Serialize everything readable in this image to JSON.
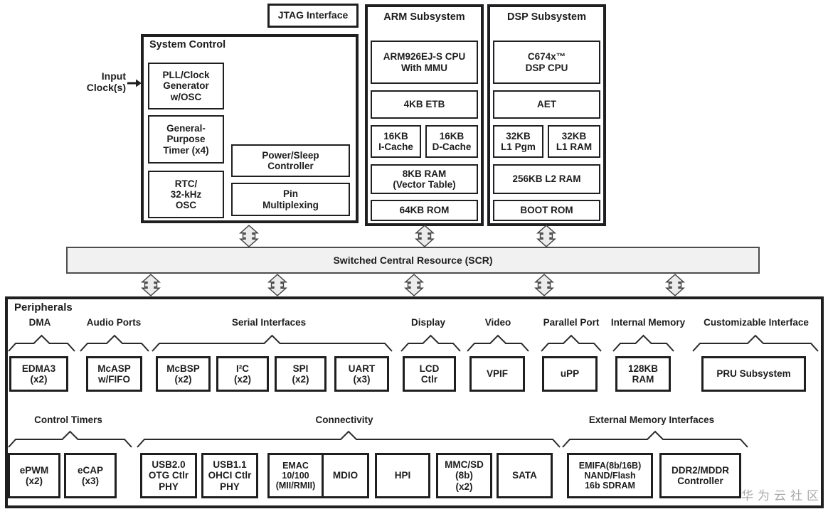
{
  "diagram": {
    "input_clock_label": "Input\nClock(s)",
    "jtag_label": "JTAG Interface",
    "system_control": {
      "title": "System Control",
      "boxes": [
        "PLL/Clock\nGenerator\nw/OSC",
        "General-\nPurpose\nTimer (x4)",
        "RTC/\n32-kHz\nOSC",
        "Power/Sleep\nController",
        "Pin\nMultiplexing"
      ]
    },
    "arm_subsystem": {
      "title": "ARM Subsystem",
      "boxes": [
        "ARM926EJ-S CPU\nWith MMU",
        "4KB ETB",
        "16KB\nI-Cache",
        "16KB\nD-Cache",
        "8KB RAM\n(Vector Table)",
        "64KB ROM"
      ]
    },
    "dsp_subsystem": {
      "title": "DSP Subsystem",
      "boxes": [
        "C674x™\nDSP CPU",
        "AET",
        "32KB\nL1 Pgm",
        "32KB\nL1 RAM",
        "256KB L2 RAM",
        "BOOT ROM"
      ]
    },
    "scr_label": "Switched Central Resource (SCR)",
    "peripherals": {
      "title": "Peripherals",
      "row1": {
        "groups": [
          "DMA",
          "Audio Ports",
          "Serial Interfaces",
          "Display",
          "Video",
          "Parallel Port",
          "Internal Memory",
          "Customizable Interface"
        ],
        "boxes": [
          "EDMA3\n(x2)",
          "McASP\nw/FIFO",
          "McBSP\n(x2)",
          "I²C\n(x2)",
          "SPI\n(x2)",
          "UART\n(x3)",
          "LCD\nCtlr",
          "VPIF",
          "uPP",
          "128KB\nRAM",
          "PRU Subsystem"
        ]
      },
      "row2": {
        "groups": [
          "Control Timers",
          "Connectivity",
          "External Memory Interfaces"
        ],
        "boxes": [
          "ePWM\n(x2)",
          "eCAP\n(x3)",
          "USB2.0\nOTG Ctlr\nPHY",
          "USB1.1\nOHCI Ctlr\nPHY",
          "EMAC\n10/100\n(MII/RMII)",
          "MDIO",
          "HPI",
          "MMC/SD\n(8b)\n(x2)",
          "SATA",
          "EMIFA(8b/16B)\nNAND/Flash\n16b SDRAM",
          "DDR2/MDDR\nController"
        ]
      }
    },
    "watermark": "华为云社区",
    "colors": {
      "border": "#1f1f21",
      "bus_fill": "#f1f1f2",
      "arrow_fill": "#ececed",
      "watermark": "#a9a9a9"
    }
  }
}
